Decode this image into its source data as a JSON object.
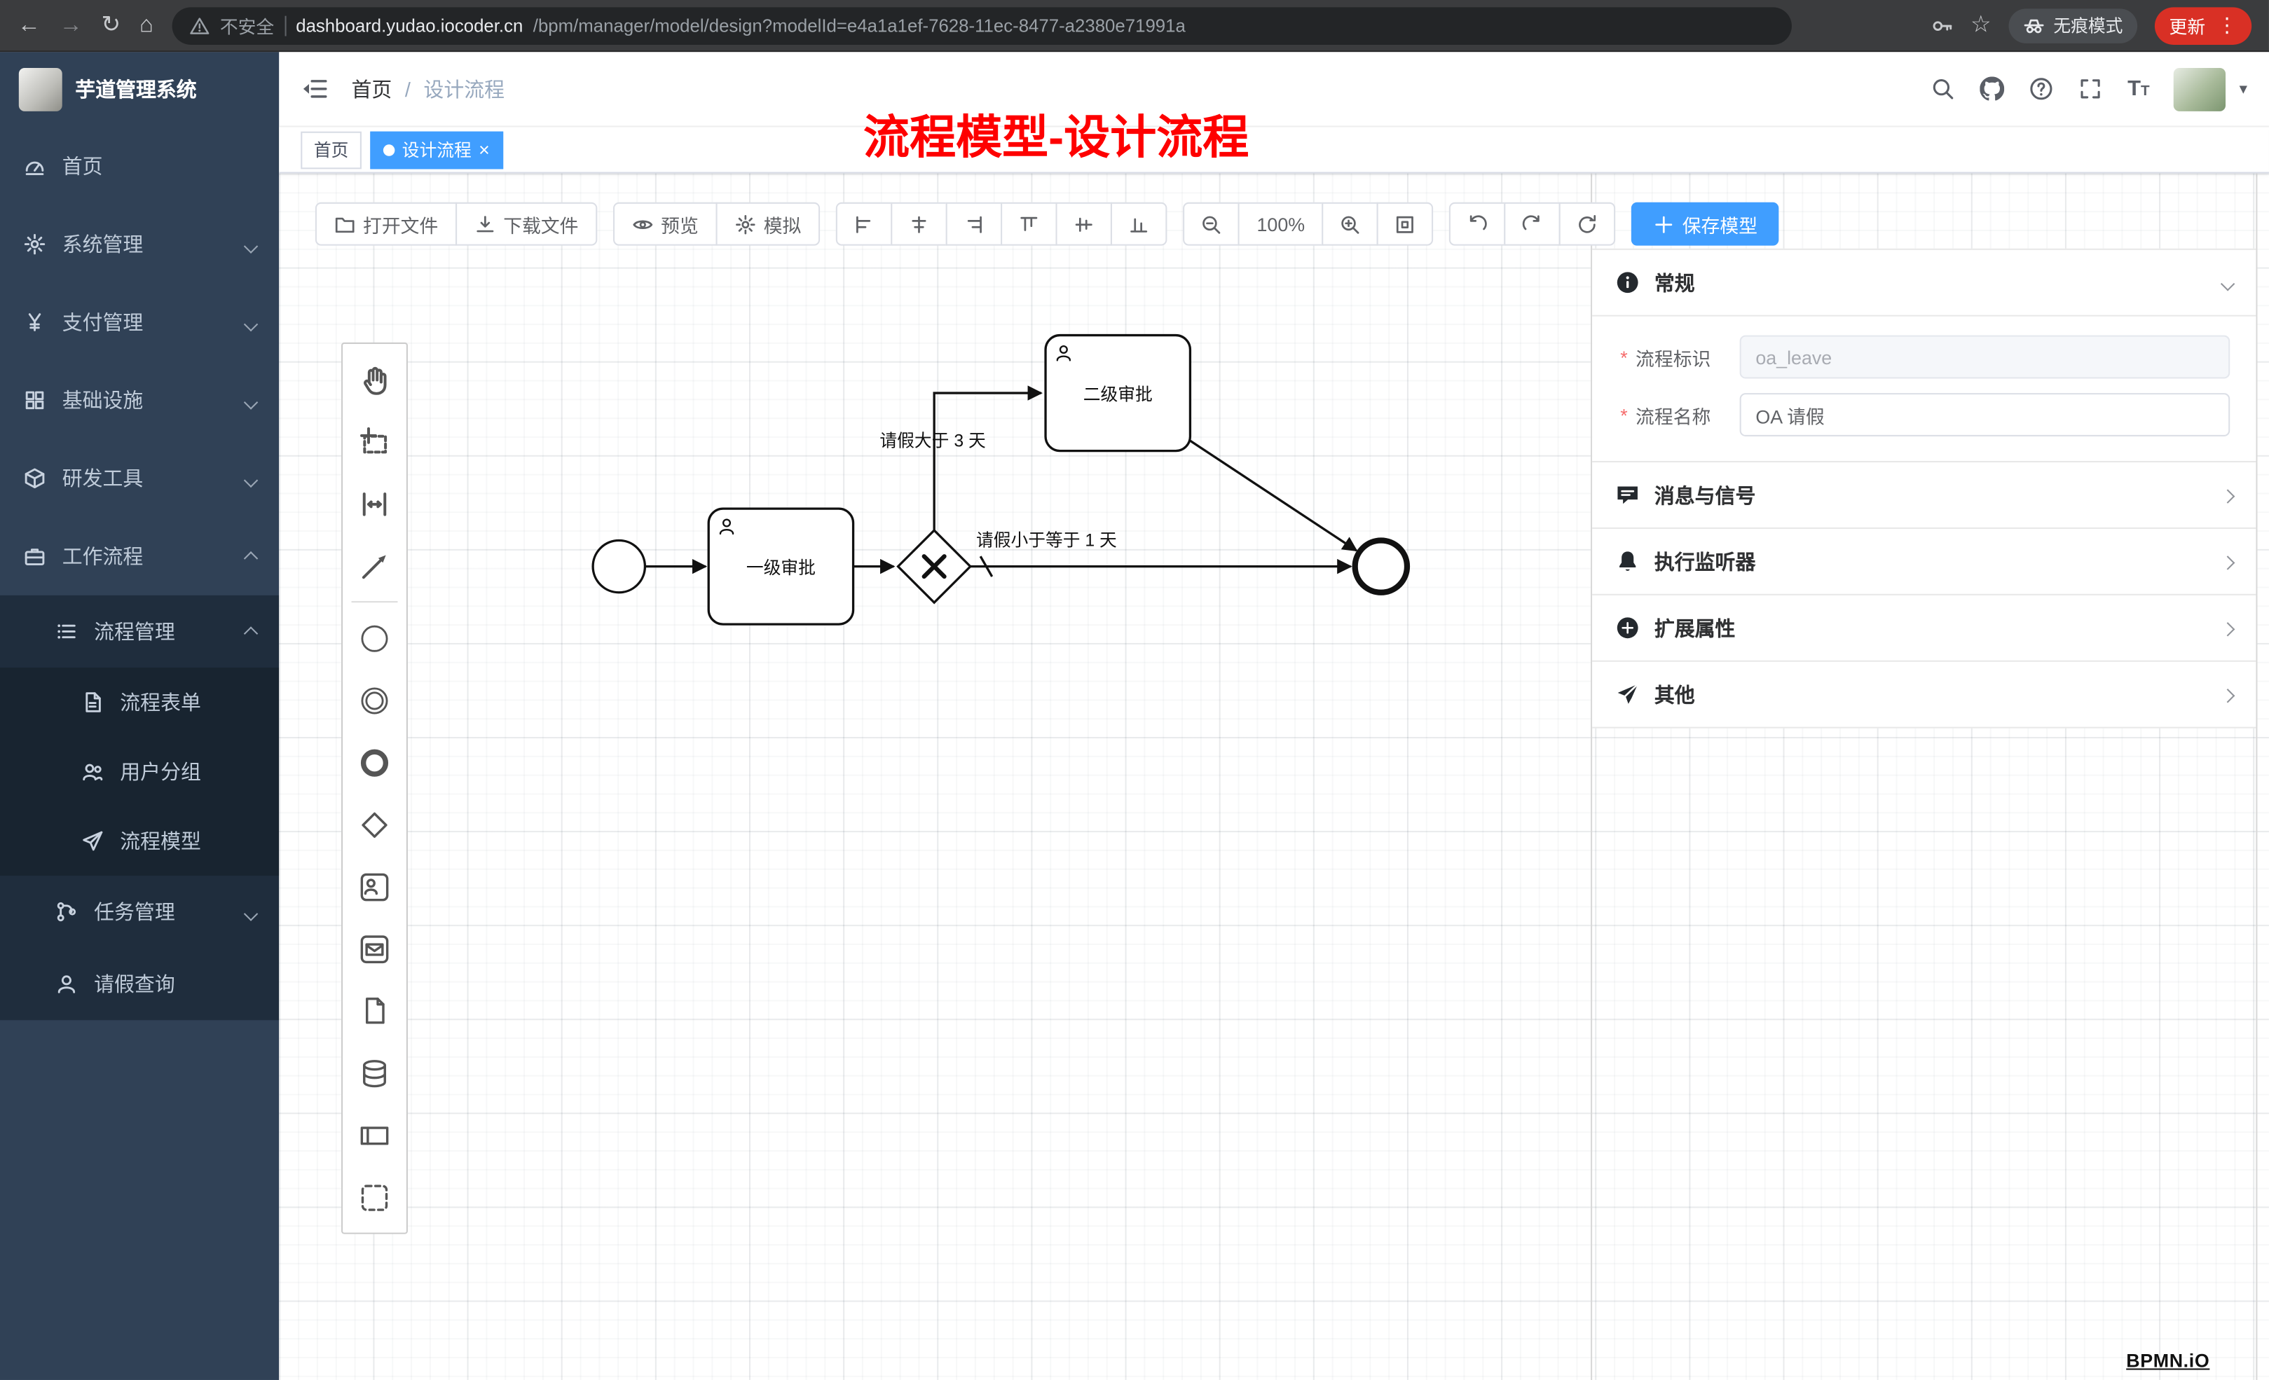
{
  "glyphs": {
    "back": "←",
    "forward": "→",
    "reload": "↻",
    "home": "⌂",
    "star": "☆",
    "more": "⋮",
    "close": "×",
    "caret": "▾",
    "slash": "/",
    "font_large": "T",
    "font_small": "T",
    "required_mark": "*"
  },
  "browser": {
    "security_label": "不安全",
    "url_host": "dashboard.yudao.iocoder.cn",
    "url_path": "/bpm/manager/model/design?modelId=e4a1a1ef-7628-11ec-8477-a2380e71991a",
    "incognito_label": "无痕模式",
    "update_label": "更新"
  },
  "sidebar": {
    "logo_title": "芋道管理系统",
    "items": [
      {
        "label": "首页"
      },
      {
        "label": "系统管理"
      },
      {
        "label": "支付管理"
      },
      {
        "label": "基础设施"
      },
      {
        "label": "研发工具"
      },
      {
        "label": "工作流程"
      }
    ],
    "process_group": {
      "label": "流程管理",
      "children": [
        {
          "label": "流程表单"
        },
        {
          "label": "用户分组"
        },
        {
          "label": "流程模型"
        }
      ]
    },
    "task_group": {
      "label": "任务管理"
    },
    "leave_item": {
      "label": "请假查询"
    }
  },
  "header": {
    "breadcrumb": [
      "首页",
      "设计流程"
    ]
  },
  "tags": [
    {
      "label": "首页"
    },
    {
      "label": "设计流程"
    }
  ],
  "annotation": {
    "text": "流程模型-设计流程",
    "color": "#fe0000"
  },
  "toolbar": {
    "open_label": "打开文件",
    "download_label": "下载文件",
    "preview_label": "预览",
    "simulate_label": "模拟",
    "zoom_level": "100%",
    "save_label": "保存模型"
  },
  "panel": {
    "general_title": "常规",
    "fields": [
      {
        "label": "流程标识",
        "value": "oa_leave"
      },
      {
        "label": "流程名称",
        "value": "OA 请假"
      }
    ],
    "sections": [
      {
        "label": "消息与信号"
      },
      {
        "label": "执行监听器"
      },
      {
        "label": "扩展属性"
      },
      {
        "label": "其他"
      }
    ]
  },
  "diagram": {
    "task1": "一级审批",
    "task2": "二级审批",
    "condition_gt": "请假大于 3 天",
    "condition_le": "请假小于等于 1 天",
    "watermark": "BPMN.iO"
  },
  "colors": {
    "accent": "#409eff",
    "sidebar_bg": "#304156",
    "submenu_bg": "#1f2d3d",
    "update_red": "#d93025"
  }
}
